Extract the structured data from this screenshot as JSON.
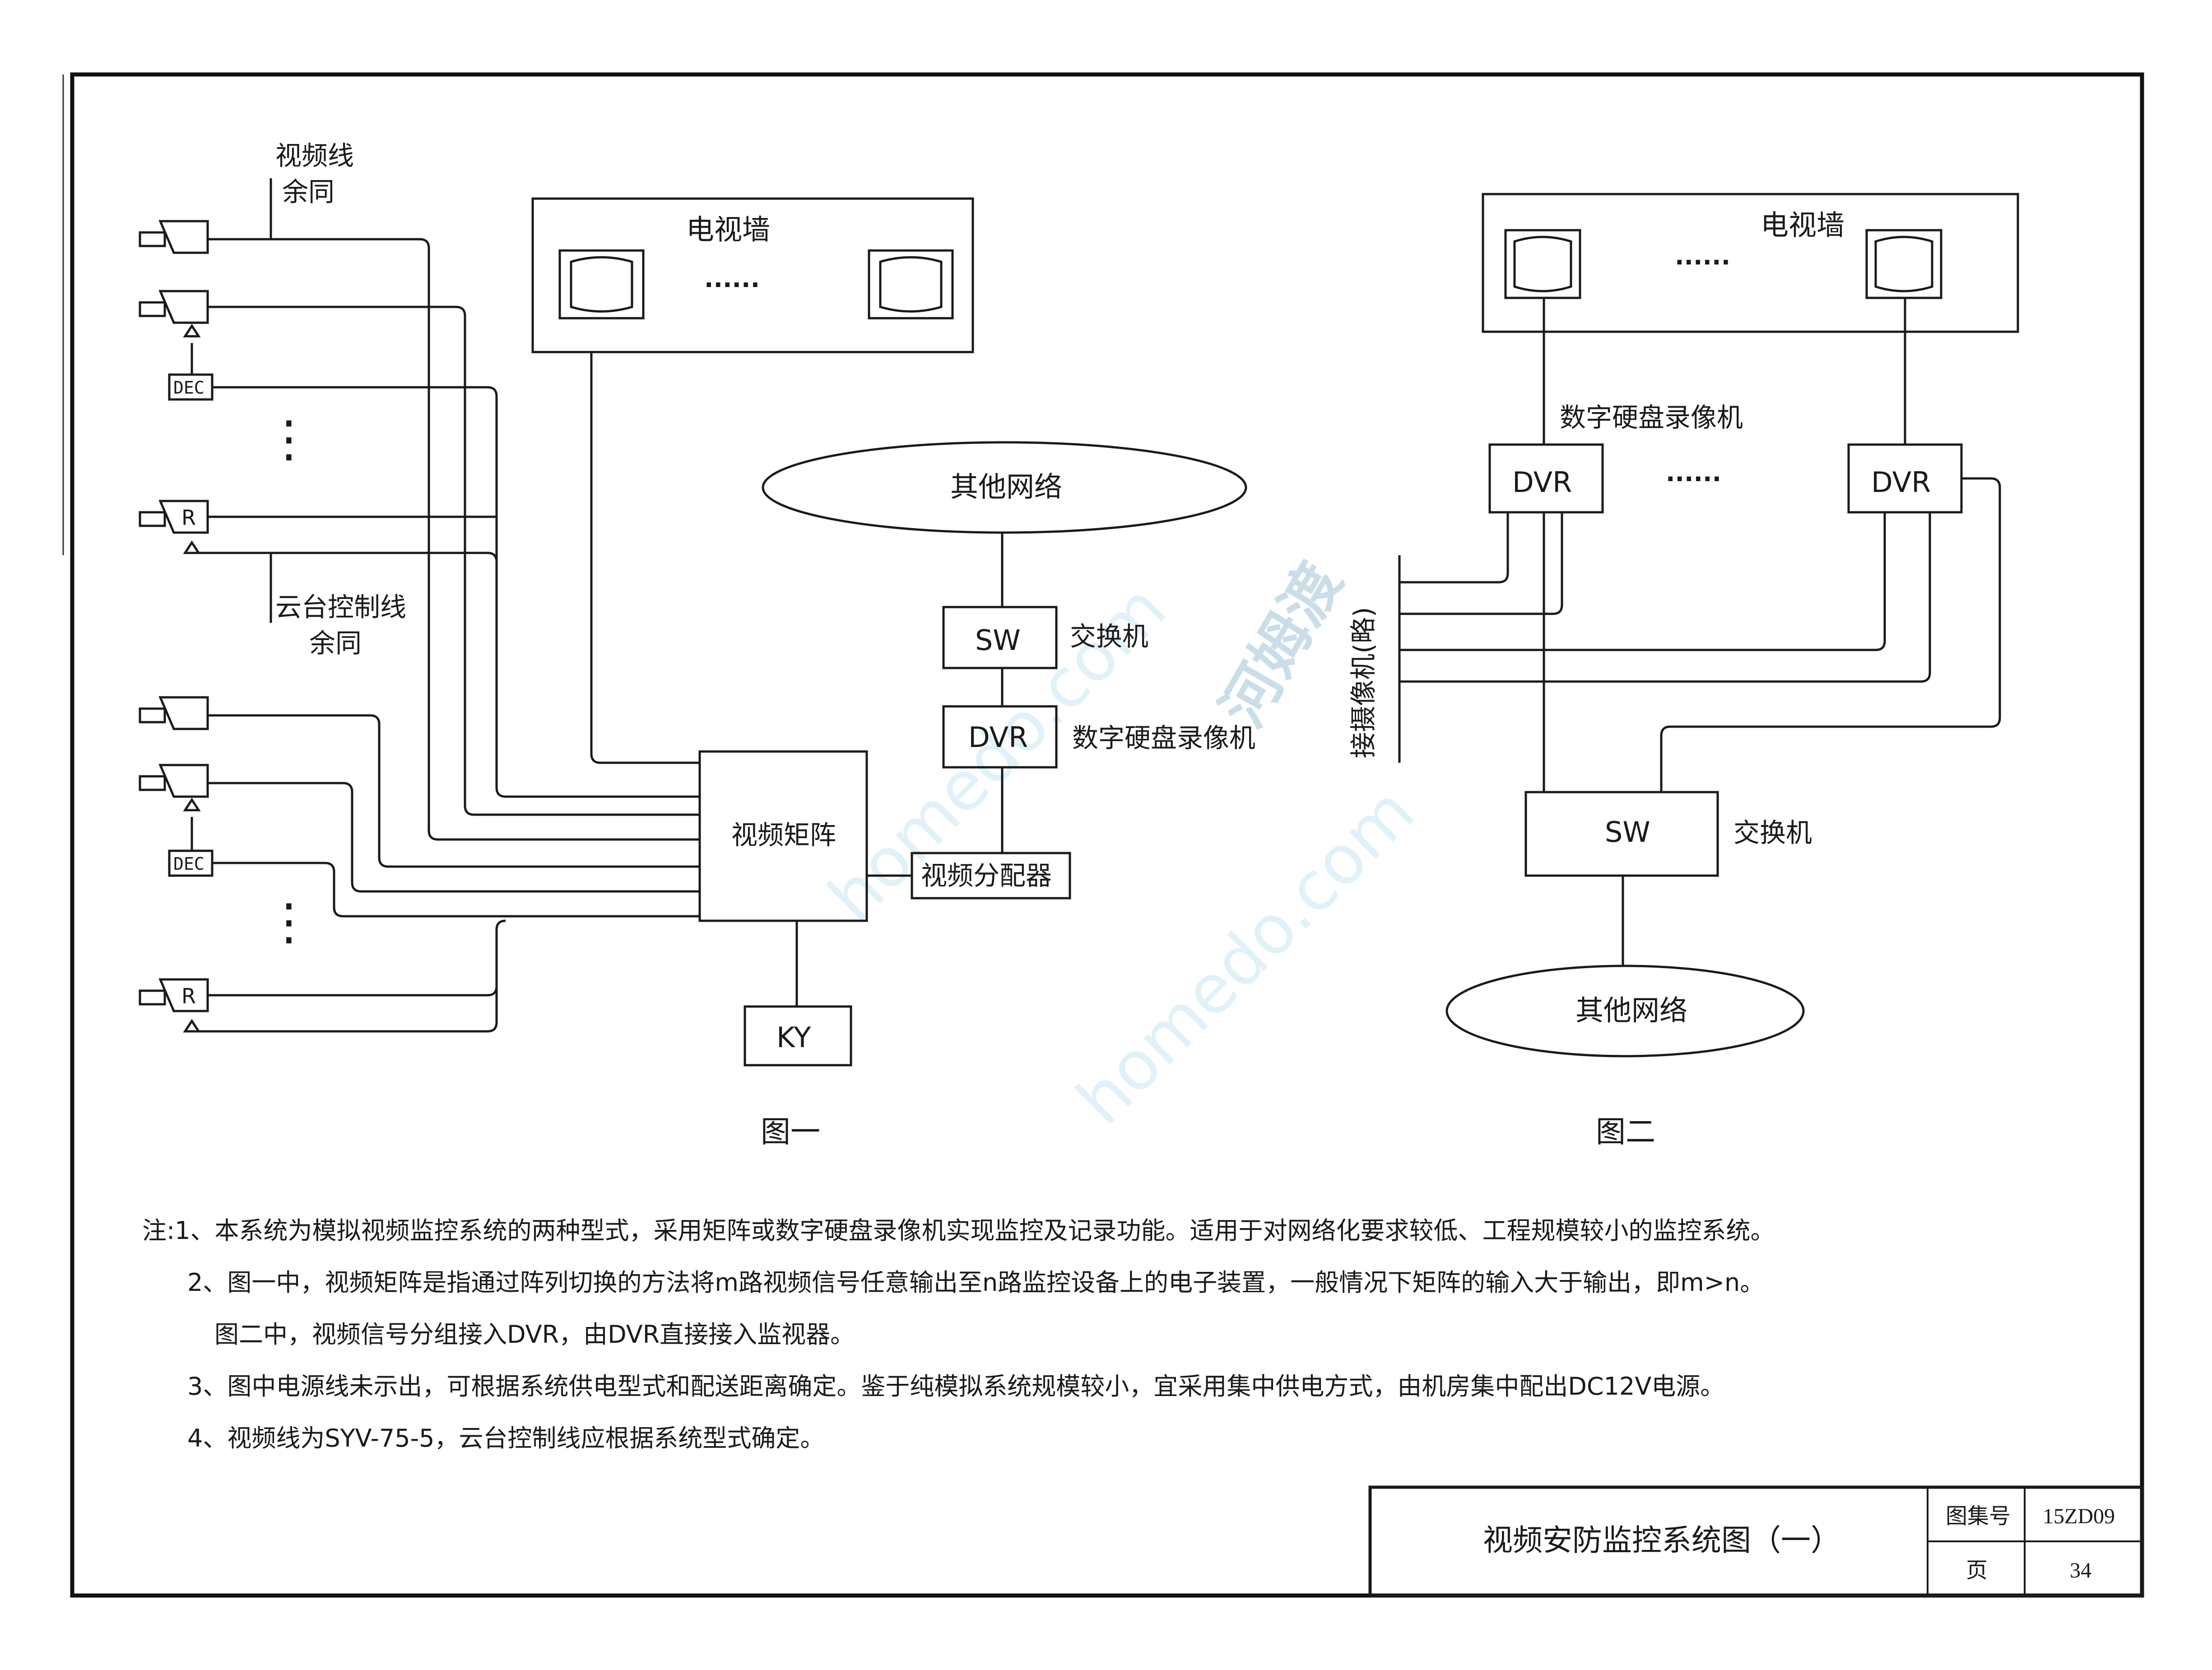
{
  "figure1": {
    "video_line_label_1": "视频线",
    "video_line_label_2": "余同",
    "ptz_line_label_1": "云台控制线",
    "ptz_line_label_2": "余同",
    "decoder_label": "DEC",
    "receiver_label": "R",
    "tv_wall_label": "电视墙",
    "ellipsis": "······",
    "vertical_dots": "⋮",
    "other_network_label": "其他网络",
    "switch_abbr": "SW",
    "switch_label": "交换机",
    "dvr_abbr": "DVR",
    "dvr_label": "数字硬盘录像机",
    "matrix_label": "视频矩阵",
    "distributor_label": "视频分配器",
    "keyboard_abbr": "KY",
    "caption": "图一"
  },
  "figure2": {
    "tv_wall_label": "电视墙",
    "ellipsis": "······",
    "dvr_label": "数字硬盘录像机",
    "dvr_abbr": "DVR",
    "camera_bus_label": "接摄像机(略)",
    "switch_abbr": "SW",
    "switch_label": "交换机",
    "other_network_label": "其他网络",
    "caption": "图二"
  },
  "notes": [
    "注:1、本系统为模拟视频监控系统的两种型式，采用矩阵或数字硬盘录像机实现监控及记录功能。适用于对网络化要求较低、工程规模较小的监控系统。",
    "2、图一中，视频矩阵是指通过阵列切换的方法将m路视频信号任意输出至n路监控设备上的电子装置，一般情况下矩阵的输入大于输出，即m>n。",
    "图二中，视频信号分组接入DVR，由DVR直接接入监视器。",
    "3、图中电源线未示出，可根据系统供电型式和配送距离确定。鉴于纯模拟系统规模较小，宜采用集中供电方式，由机房集中配出DC12V电源。",
    "4、视频线为SYV-75-5，云台控制线应根据系统型式确定。"
  ],
  "title_block": {
    "title": "视频安防监控系统图（一）",
    "atlas_no_label": "图集号",
    "atlas_no": "15ZD09",
    "page_label": "页",
    "page_no": "34"
  },
  "watermark": {
    "brand": "河姆渡",
    "url": "homedo.com"
  }
}
